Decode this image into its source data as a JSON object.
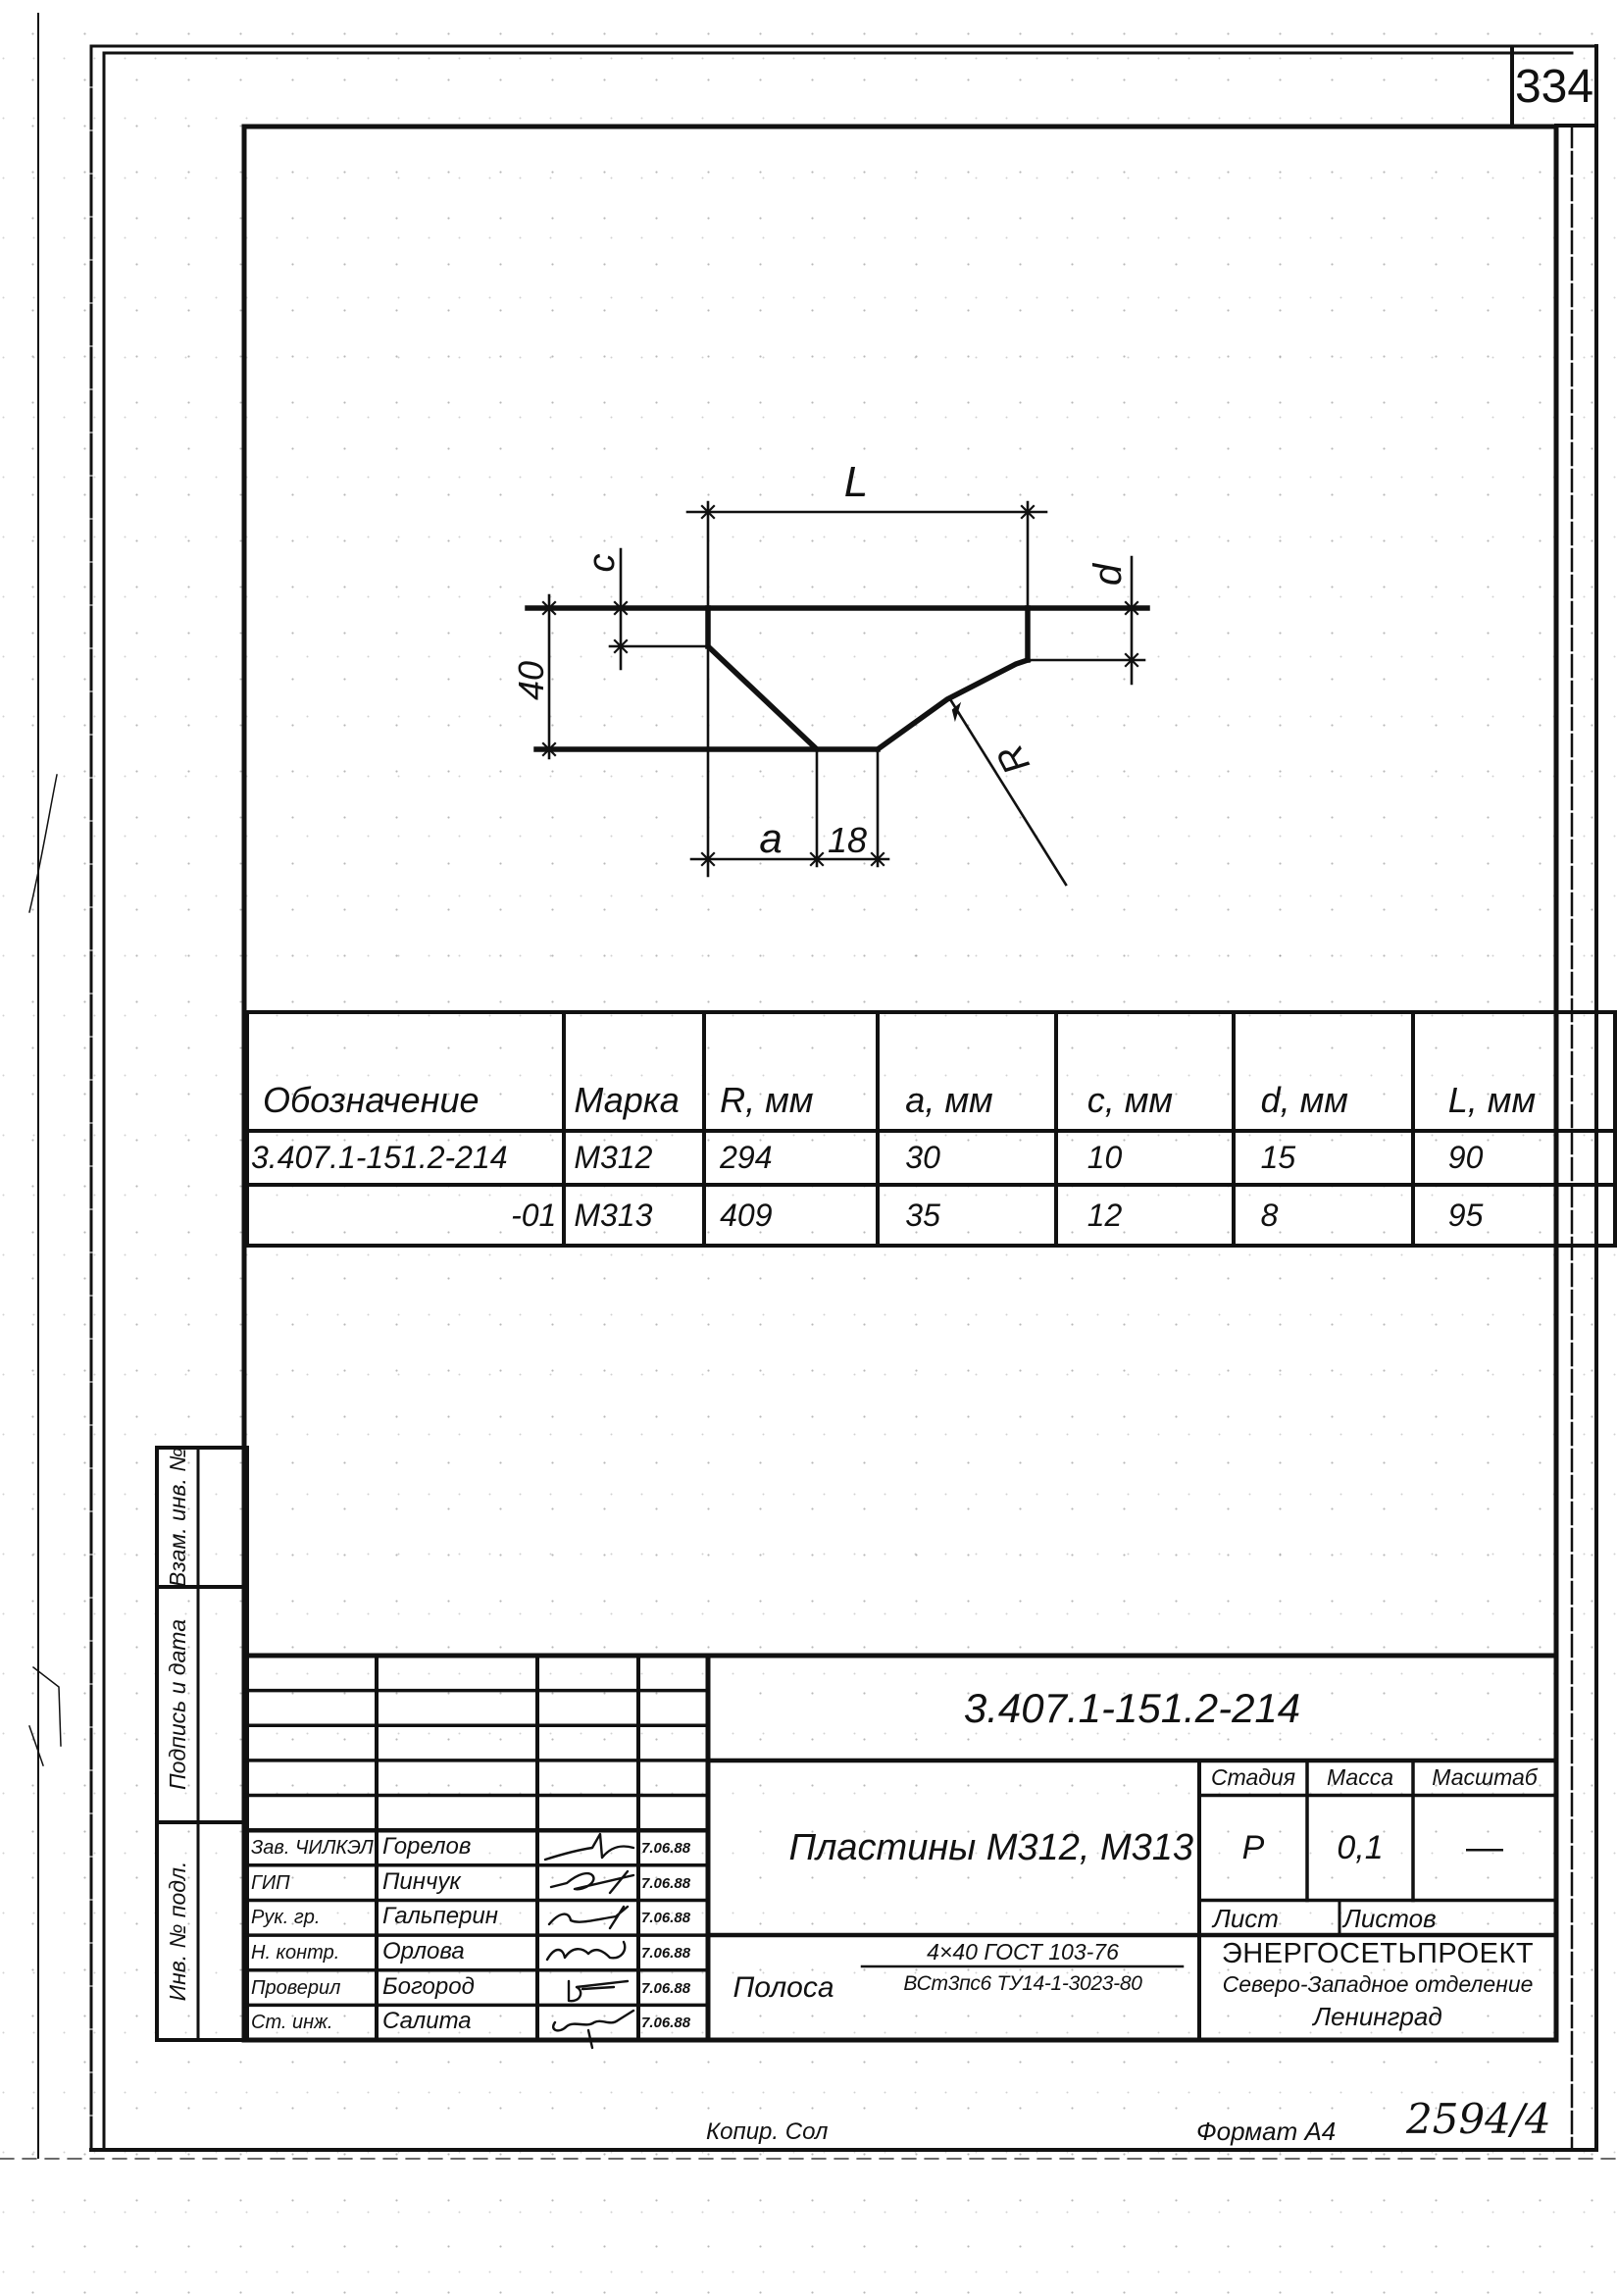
{
  "sheet_number": "334",
  "drawing": {
    "labels": {
      "length": "L",
      "left_offset": "c",
      "right_offset": "d",
      "height": "40",
      "radius": "R",
      "bottom_left": "a",
      "bottom_width": "18"
    }
  },
  "table": {
    "headers": [
      "Обозначение",
      "Марка",
      "R, мм",
      "a, мм",
      "c, мм",
      "d, мм",
      "L, мм"
    ],
    "rows": [
      [
        "3.407.1-151.2-214",
        "М312",
        "294",
        "30",
        "10",
        "15",
        "90"
      ],
      [
        "-01",
        "М313",
        "409",
        "35",
        "12",
        "8",
        "95"
      ]
    ]
  },
  "side_stamp": {
    "labels": [
      "Взам. инв. №",
      "Подпись и дата",
      "Инв. № подл."
    ]
  },
  "title_block": {
    "code": "3.407.1-151.2-214",
    "title": "Пластины М312, М313",
    "stage_header": "Стадия",
    "mass_header": "Масса",
    "scale_header": "Масштаб",
    "stage": "Р",
    "mass": "0,1",
    "scale": "—",
    "sheet_label": "Лист",
    "sheets_label": "Листов",
    "material_name": "Полоса",
    "material_top": "4×40 ГОСТ 103-76",
    "material_bottom": "ВСт3пс6 ТУ14-1-3023-80",
    "organization": {
      "name": "ЭНЕРГОСЕТЬПРОЕКТ",
      "branch": "Северо-Западное отделение",
      "city": "Ленинград"
    },
    "signatures": [
      {
        "role": "Зав. ЧИЛКЭЛ",
        "name": "Горелов",
        "date": "7.06.88"
      },
      {
        "role": "ГИП",
        "name": "Пинчук",
        "date": "7.06.88"
      },
      {
        "role": "Рук. гр.",
        "name": "Гальперин",
        "date": "7.06.88"
      },
      {
        "role": "Н. контр.",
        "name": "Орлова",
        "date": "7.06.88"
      },
      {
        "role": "Проверил",
        "name": "Богород",
        "date": "7.06.88"
      },
      {
        "role": "Ст. инж.",
        "name": "Салита",
        "date": "7.06.88"
      }
    ]
  },
  "footer": {
    "copied_by": "Копир. Сол",
    "format": "Формат А4",
    "archive_number": "2594/4"
  }
}
